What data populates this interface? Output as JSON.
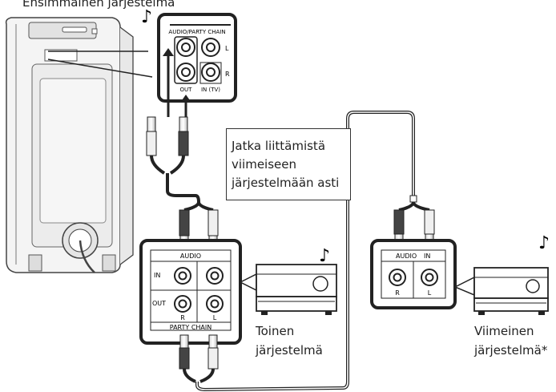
{
  "labels": {
    "first_system": "Ensimmäinen järjestelmä",
    "note": {
      "line1": "Jatka liittämistä",
      "line2": "viimeiseen",
      "line3": "järjestelmään asti"
    },
    "second_system": {
      "line1": "Toinen",
      "line2": "järjestelmä"
    },
    "last_system": {
      "line1": "Viimeinen",
      "line2": "järjestelmä*"
    }
  },
  "panels": {
    "top": {
      "title": "AUDIO/PARTY CHAIN",
      "l": "L",
      "r": "R",
      "out": "OUT",
      "in_tv": "IN (TV)"
    },
    "middle": {
      "audio": "AUDIO",
      "in": "IN",
      "out": "OUT",
      "r": "R",
      "l": "L",
      "party_chain": "PARTY CHAIN"
    },
    "right": {
      "audio": "AUDIO",
      "in": "IN",
      "r": "R",
      "l": "L"
    }
  },
  "icons": [
    "music-note-icon",
    "speaker-icon",
    "amplifier-icon",
    "rca-plug-icon"
  ]
}
